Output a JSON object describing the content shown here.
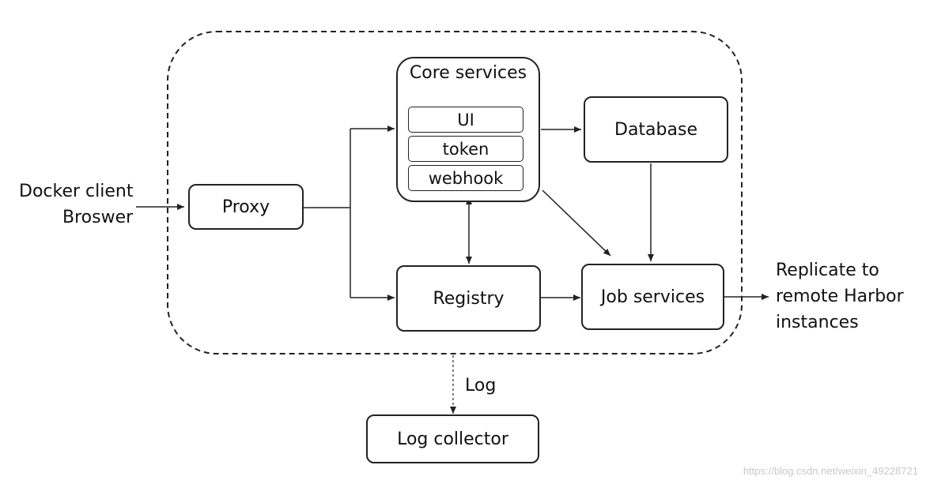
{
  "nodes": {
    "core": {
      "title": "Core services",
      "items": [
        "UI",
        "token",
        "webhook"
      ]
    },
    "database": "Database",
    "proxy": "Proxy",
    "registry": "Registry",
    "job": "Job services",
    "log_collector": "Log collector"
  },
  "labels": {
    "client_line1": "Docker client",
    "client_line2": "Broswer",
    "replicate_line1": "Replicate to",
    "replicate_line2": "remote Harbor",
    "replicate_line3": "instances",
    "log": "Log"
  },
  "watermark": "https://blog.csdn.net/weixin_49228721"
}
